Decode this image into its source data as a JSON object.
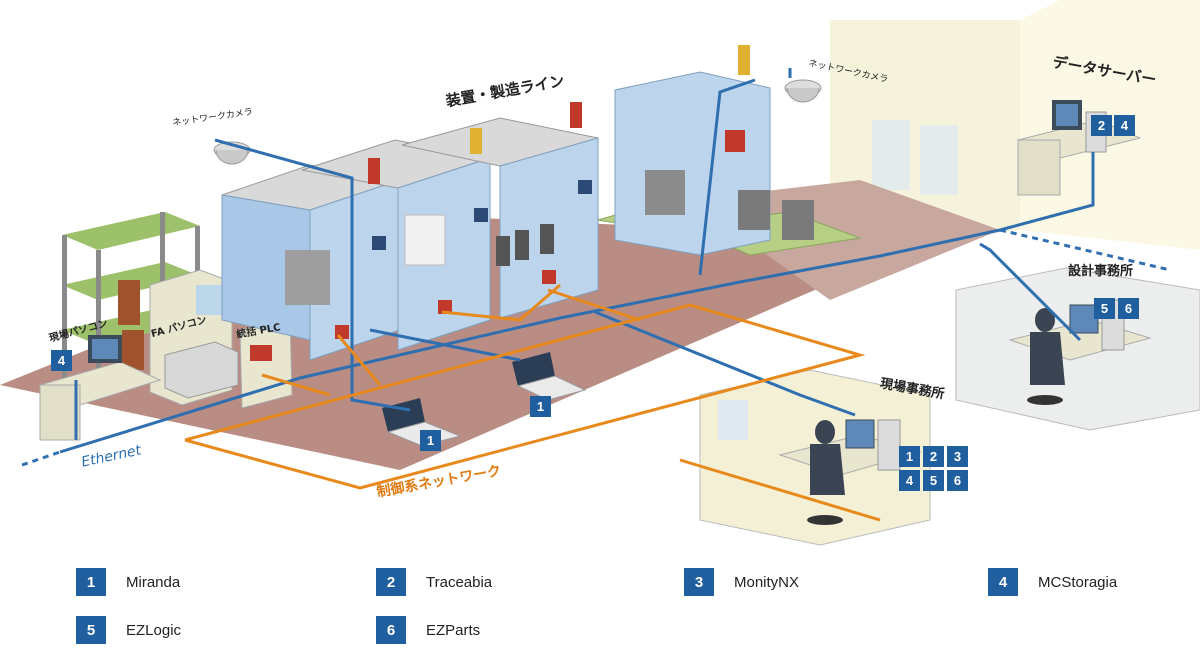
{
  "labels": {
    "line_label": "装置・製造ライン",
    "camera_left": "ネットワークカメラ",
    "camera_right": "ネットワークカメラ",
    "data_server": "データサーバー",
    "design_office": "設計事務所",
    "site_office": "現場事務所",
    "site_pc": "現場パソコン",
    "fa_pc": "FA パソコン",
    "plc": "統括 PLC",
    "ethernet": "Ethernet",
    "control_network": "制御系ネットワーク"
  },
  "badges": {
    "site_pc": "4",
    "laptop_left": "1",
    "laptop_right": "1",
    "server_a": "2",
    "server_b": "4",
    "design_a": "5",
    "design_b": "6",
    "office_1": "1",
    "office_2": "2",
    "office_3": "3",
    "office_4": "4",
    "office_5": "5",
    "office_6": "6"
  },
  "legend": [
    {
      "num": "1",
      "name": "Miranda"
    },
    {
      "num": "2",
      "name": "Traceabia"
    },
    {
      "num": "3",
      "name": "MonityNX"
    },
    {
      "num": "4",
      "name": "MCStoragia"
    },
    {
      "num": "5",
      "name": "EZLogic"
    },
    {
      "num": "6",
      "name": "EZParts"
    }
  ],
  "colors": {
    "ethernet_line": "#2f6fb0",
    "control_line": "#e8891c",
    "badge": "#1f5f9f",
    "floor": "#b98d84",
    "machine": "#a9c7e6"
  }
}
